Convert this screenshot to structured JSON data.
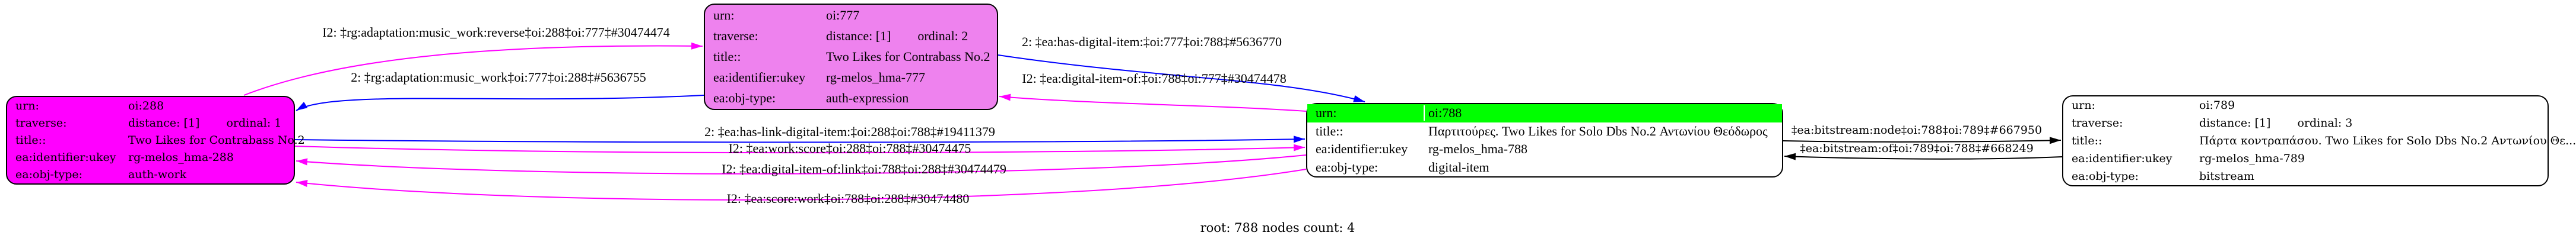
{
  "caption": "root: 788 nodes count: 4",
  "colors": {
    "node_auth_work_fill": "#ff00ff",
    "node_auth_expression_fill": "#ee82ee",
    "node_highlight_row": "#00ff00",
    "node_default_fill": "#ffffff",
    "edge_forward_blue": "#0000ff",
    "edge_inverse_magenta": "#ff00ff",
    "edge_bitstream_black": "#000000",
    "border": "#000000"
  },
  "nodes": [
    {
      "id": "oi:288",
      "fill": "#ff00ff",
      "rows": [
        {
          "key": "urn:",
          "value": "oi:288"
        },
        {
          "key": "traverse:",
          "value": "distance: [1]",
          "value2": "ordinal: 1"
        },
        {
          "key": "title::",
          "value": "Two Likes for Contrabass No.2"
        },
        {
          "key": "ea:identifier:ukey",
          "value": "rg-melos_hma-288"
        },
        {
          "key": "ea:obj-type:",
          "value": "auth-work"
        }
      ]
    },
    {
      "id": "oi:777",
      "fill": "#ee82ee",
      "rows": [
        {
          "key": "urn:",
          "value": "oi:777"
        },
        {
          "key": "traverse:",
          "value": "distance: [1]",
          "value2": "ordinal: 2"
        },
        {
          "key": "title::",
          "value": "Two Likes for Contrabass No.2"
        },
        {
          "key": "ea:identifier:ukey",
          "value": "rg-melos_hma-777"
        },
        {
          "key": "ea:obj-type:",
          "value": "auth-expression"
        }
      ]
    },
    {
      "id": "oi:788",
      "fill": "#ffffff",
      "highlight_fill": "#00ff00",
      "rows": [
        {
          "key": "urn:",
          "value": "oi:788",
          "highlight": true
        },
        {
          "key": "title::",
          "value": "Παρτιτούρες. Two Likes for Solo Dbs No.2 Αντωνίου Θεόδωρος"
        },
        {
          "key": "ea:identifier:ukey",
          "value": "rg-melos_hma-788"
        },
        {
          "key": "ea:obj-type:",
          "value": "digital-item"
        }
      ]
    },
    {
      "id": "oi:789",
      "fill": "#ffffff",
      "rows": [
        {
          "key": "urn:",
          "value": "oi:789"
        },
        {
          "key": "traverse:",
          "value": "distance: [1]",
          "value2": "ordinal: 3"
        },
        {
          "key": "title::",
          "value": "Πάρτα κοντραπάσου. Two Likes for Solo Dbs No.2 Αντωνίου Θε..."
        },
        {
          "key": "ea:identifier:ukey",
          "value": "rg-melos_hma-789"
        },
        {
          "key": "ea:obj-type:",
          "value": "bitstream"
        }
      ]
    }
  ],
  "edges": [
    {
      "label": "I2: ‡rg:adaptation:music_work:reverse‡oi:288‡oi:777‡#30474474",
      "color": "#ff00ff"
    },
    {
      "label": "2: ‡rg:adaptation:music_work‡oi:777‡oi:288‡#5636755",
      "color": "#0000ff"
    },
    {
      "label": "2: ‡ea:has-digital-item:‡oi:777‡oi:788‡#5636770",
      "color": "#0000ff"
    },
    {
      "label": "I2: ‡ea:digital-item-of:‡oi:788‡oi:777‡#30474478",
      "color": "#ff00ff"
    },
    {
      "label": "2: ‡ea:has-link-digital-item:‡oi:288‡oi:788‡#19411379",
      "color": "#0000ff"
    },
    {
      "label": "I2: ‡ea:work:score‡oi:288‡oi:788‡#30474475",
      "color": "#ff00ff"
    },
    {
      "label": "I2: ‡ea:digital-item-of:link‡oi:788‡oi:288‡#30474479",
      "color": "#ff00ff"
    },
    {
      "label": "I2: ‡ea:score:work‡oi:788‡oi:288‡#30474480",
      "color": "#ff00ff"
    },
    {
      "label": "‡ea:bitstream:node‡oi:788‡oi:789‡#667950",
      "color": "#000000"
    },
    {
      "label": "‡ea:bitstream:of‡oi:789‡oi:788‡#668249",
      "color": "#000000"
    }
  ]
}
